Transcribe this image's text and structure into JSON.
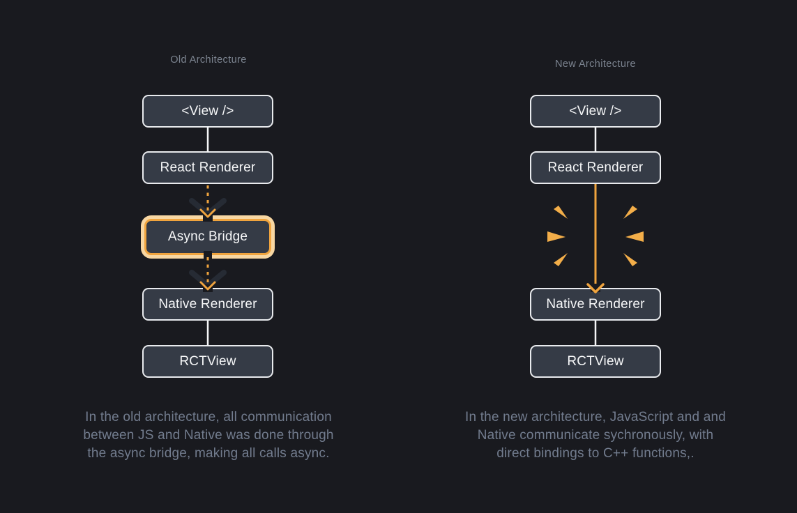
{
  "diagram": {
    "old": {
      "title": "Old Architecture",
      "nodes": [
        "<View />",
        "React Renderer",
        "Async Bridge",
        "Native Renderer",
        "RCTView"
      ],
      "caption_lines": [
        "In the old architecture, all communication",
        "between JS and Native was done through",
        "the async bridge, making all calls async."
      ]
    },
    "new": {
      "title": "New Architecture",
      "nodes": [
        "<View />",
        "React Renderer",
        "Native Renderer",
        "RCTView"
      ],
      "caption_lines": [
        "In the new architecture, JavaScript and and",
        "Native communicate sychronously, with",
        "direct bindings to C++ functions,."
      ]
    },
    "colors": {
      "background": "#191a1f",
      "node_fill": "#353b46",
      "node_border": "#e9ebee",
      "node_text": "#f6f7f8",
      "accent_orange": "#f0a43e",
      "accent_orange_pale": "#f8d7a2",
      "burst_orange": "#f3ae49",
      "chevron_dark": "#262b34",
      "connector_white": "#f5f6f8",
      "title_text": "#7c8490",
      "caption_text": "#727c8e"
    }
  }
}
